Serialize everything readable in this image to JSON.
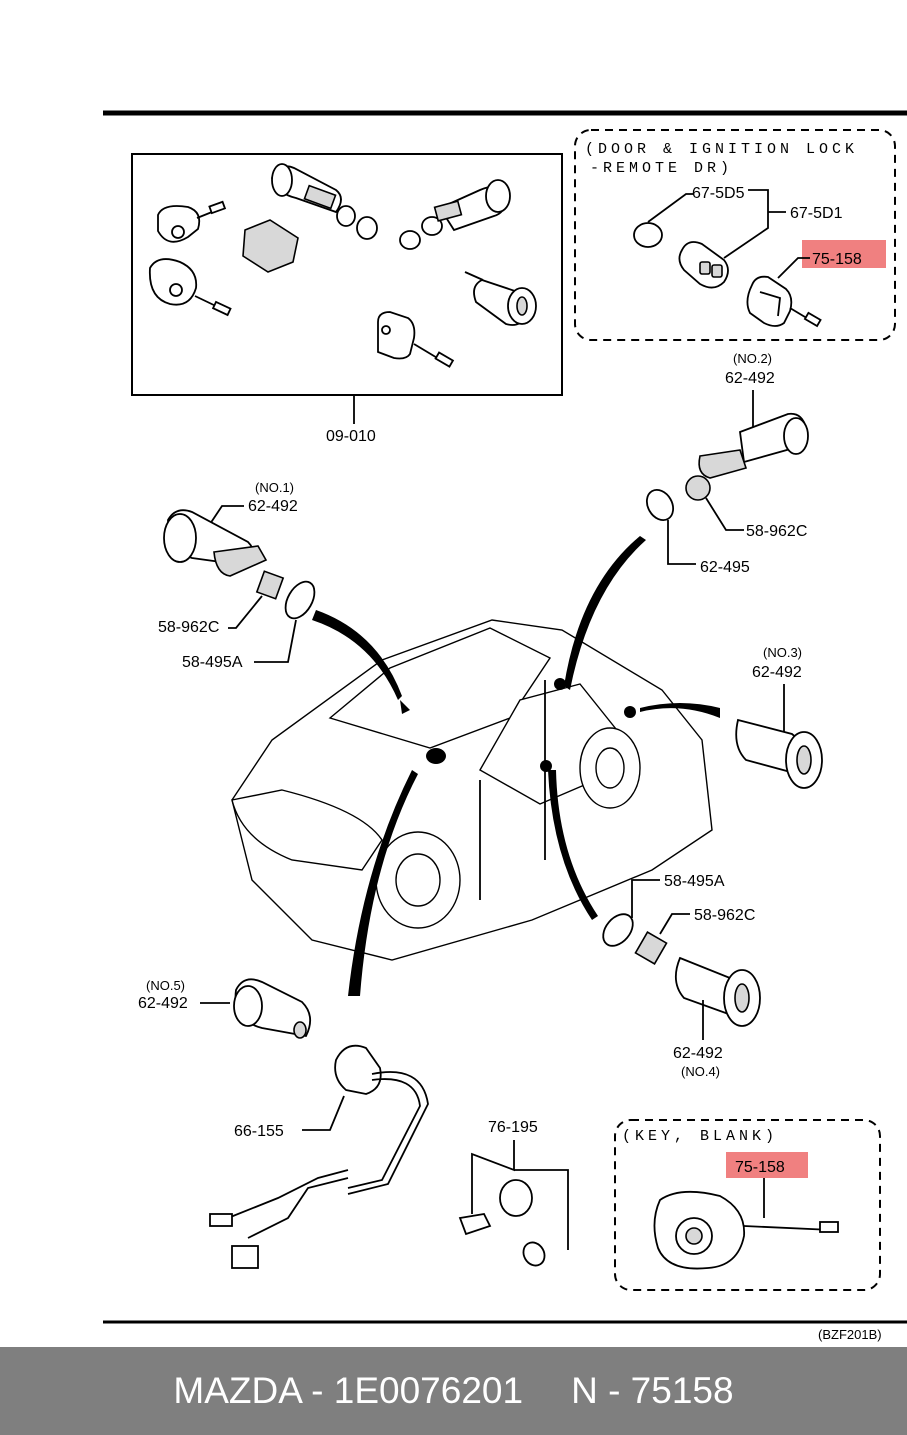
{
  "diagram": {
    "kit_box_part": "09-010",
    "remote_box": {
      "title_line1": "(DOOR & IGNITION LOCK",
      "title_line2": "-REMOTE DR)",
      "parts": [
        "67-5D5",
        "67-5D1",
        "75-158"
      ]
    },
    "key_blank_box": {
      "title": "(KEY, BLANK)",
      "part": "75-158"
    },
    "lock_no2": {
      "note": "(NO.2)",
      "part": "62-492"
    },
    "lock_no1": {
      "note": "(NO.1)",
      "part": "62-492"
    },
    "lock_no3": {
      "note": "(NO.3)",
      "part": "62-492"
    },
    "lock_no4": {
      "part": "62-492",
      "note": "(NO.4)"
    },
    "lock_no5": {
      "note": "(NO.5)",
      "part": "62-492"
    },
    "parts": {
      "p1": "58-962C",
      "p2": "62-495",
      "p3": "58-962C",
      "p4": "58-495A",
      "p5": "58-495A",
      "p6": "58-962C",
      "p7": "66-155",
      "p8": "76-195"
    },
    "reference_code": "(BZF201B)",
    "highlight_color": "#f08080"
  },
  "footer": {
    "brand_part": "MAZDA - 1E0076201",
    "n_part": "N - 75158",
    "background": "#7f7f7f"
  }
}
